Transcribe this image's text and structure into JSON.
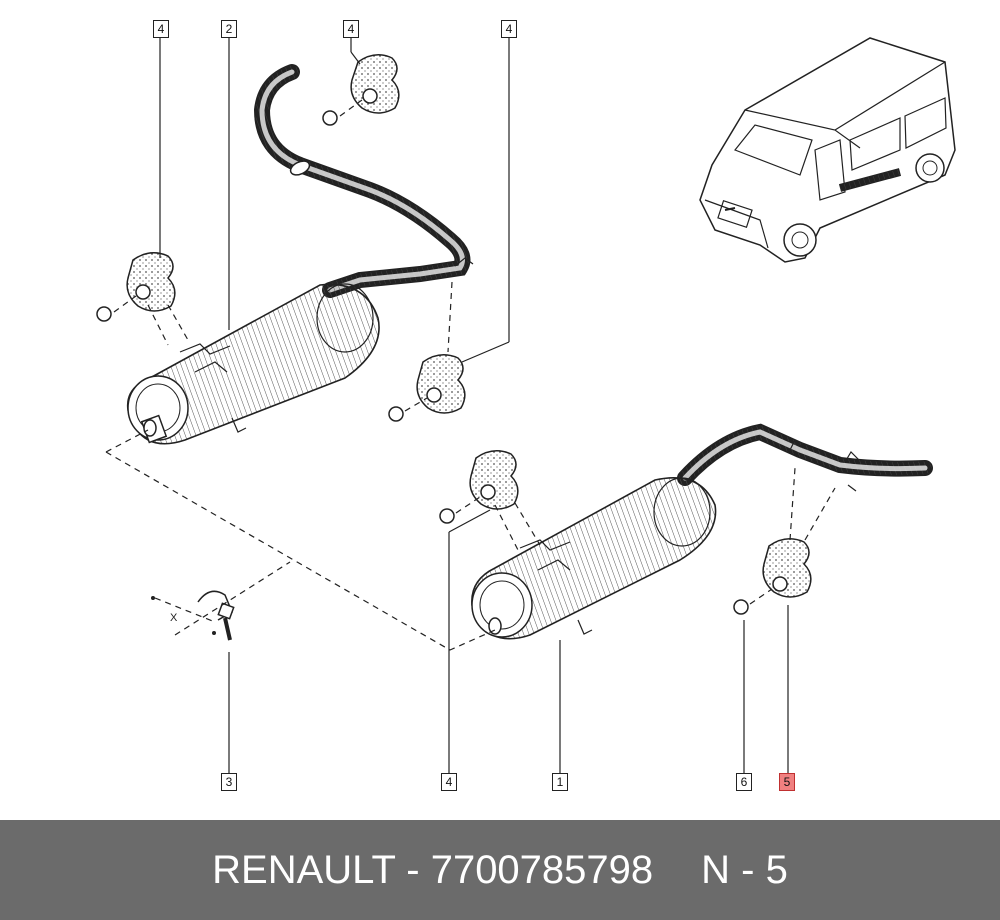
{
  "callouts": {
    "c4_a": "4",
    "c2": "2",
    "c4_b": "4",
    "c4_c": "4",
    "c4_d": "4",
    "c3": "3",
    "c1": "1",
    "c6": "6",
    "c5": "5"
  },
  "marker_x": "X",
  "footer": {
    "brand_part": "RENAULT - 7700785798",
    "ref": "N - 5"
  },
  "colors": {
    "footer_bg": "#6b6b6b",
    "highlight": "#f08080"
  }
}
